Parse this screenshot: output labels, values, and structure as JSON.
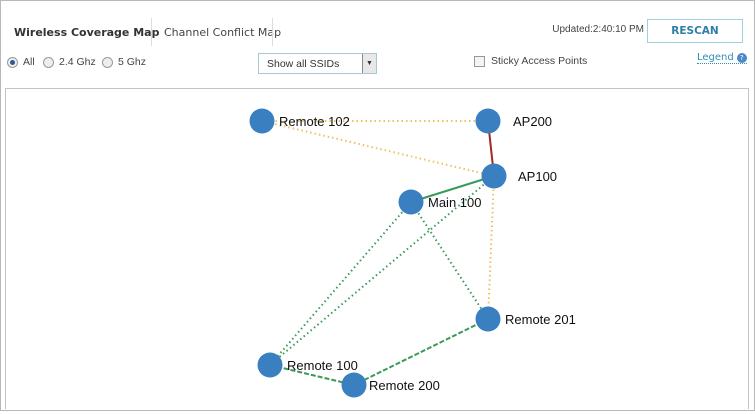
{
  "tabs": [
    {
      "label": "Wireless Coverage Map",
      "active": true
    },
    {
      "label": "Channel Conflict Map",
      "active": false
    }
  ],
  "band_filter": {
    "options": [
      "All",
      "2.4 Ghz",
      "5 Ghz"
    ],
    "selected": "All"
  },
  "ssid_select": {
    "value": "Show all SSIDs"
  },
  "updated": "Updated:2:40:10 PM",
  "rescan_label": "RESCAN",
  "sticky": {
    "label": "Sticky Access Points",
    "checked": false
  },
  "legend_label": "Legend",
  "colors": {
    "node": "#3a7fc0",
    "yellow": "#f0c060",
    "green": "#3a9a5a",
    "red": "#a02828",
    "accent": "#2e7ea6"
  },
  "map": {
    "nodes": [
      "Remote 102",
      "AP200",
      "AP100",
      "Main 100",
      "Remote 201",
      "Remote 100",
      "Remote 200"
    ],
    "links": [
      {
        "from": "Remote 102",
        "to": "AP200",
        "color": "yellow",
        "style": "dotted"
      },
      {
        "from": "Remote 102",
        "to": "AP100",
        "color": "yellow",
        "style": "dotted"
      },
      {
        "from": "AP200",
        "to": "AP100",
        "color": "red",
        "style": "solid"
      },
      {
        "from": "AP100",
        "to": "Main 100",
        "color": "green",
        "style": "solid"
      },
      {
        "from": "AP100",
        "to": "Remote 201",
        "color": "yellow",
        "style": "dotted"
      },
      {
        "from": "AP100",
        "to": "Remote 100",
        "color": "green",
        "style": "dotted"
      },
      {
        "from": "Main 100",
        "to": "Remote 100",
        "color": "green",
        "style": "dotted"
      },
      {
        "from": "Main 100",
        "to": "Remote 201",
        "color": "green",
        "style": "dotted"
      },
      {
        "from": "Remote 201",
        "to": "Remote 200",
        "color": "green",
        "style": "dashed"
      },
      {
        "from": "Remote 100",
        "to": "Remote 200",
        "color": "green",
        "style": "dashed"
      }
    ]
  }
}
